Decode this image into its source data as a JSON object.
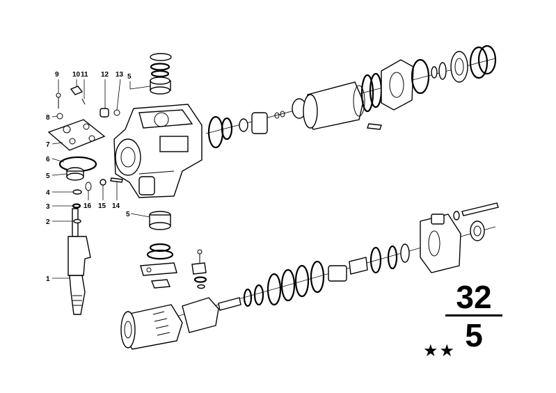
{
  "callouts": {
    "c9": "9",
    "c10": "10",
    "c11": "11",
    "c12": "12",
    "c13": "13",
    "c8": "8",
    "c7": "7",
    "c6": "6",
    "c5a": "5",
    "c4": "4",
    "c3": "3",
    "c2": "2",
    "c1": "1",
    "c16": "16",
    "c15": "15",
    "c14": "14",
    "c5b": "5",
    "c5c": "5"
  },
  "group": {
    "top": "32",
    "bottom": "5"
  },
  "stars": "★★"
}
